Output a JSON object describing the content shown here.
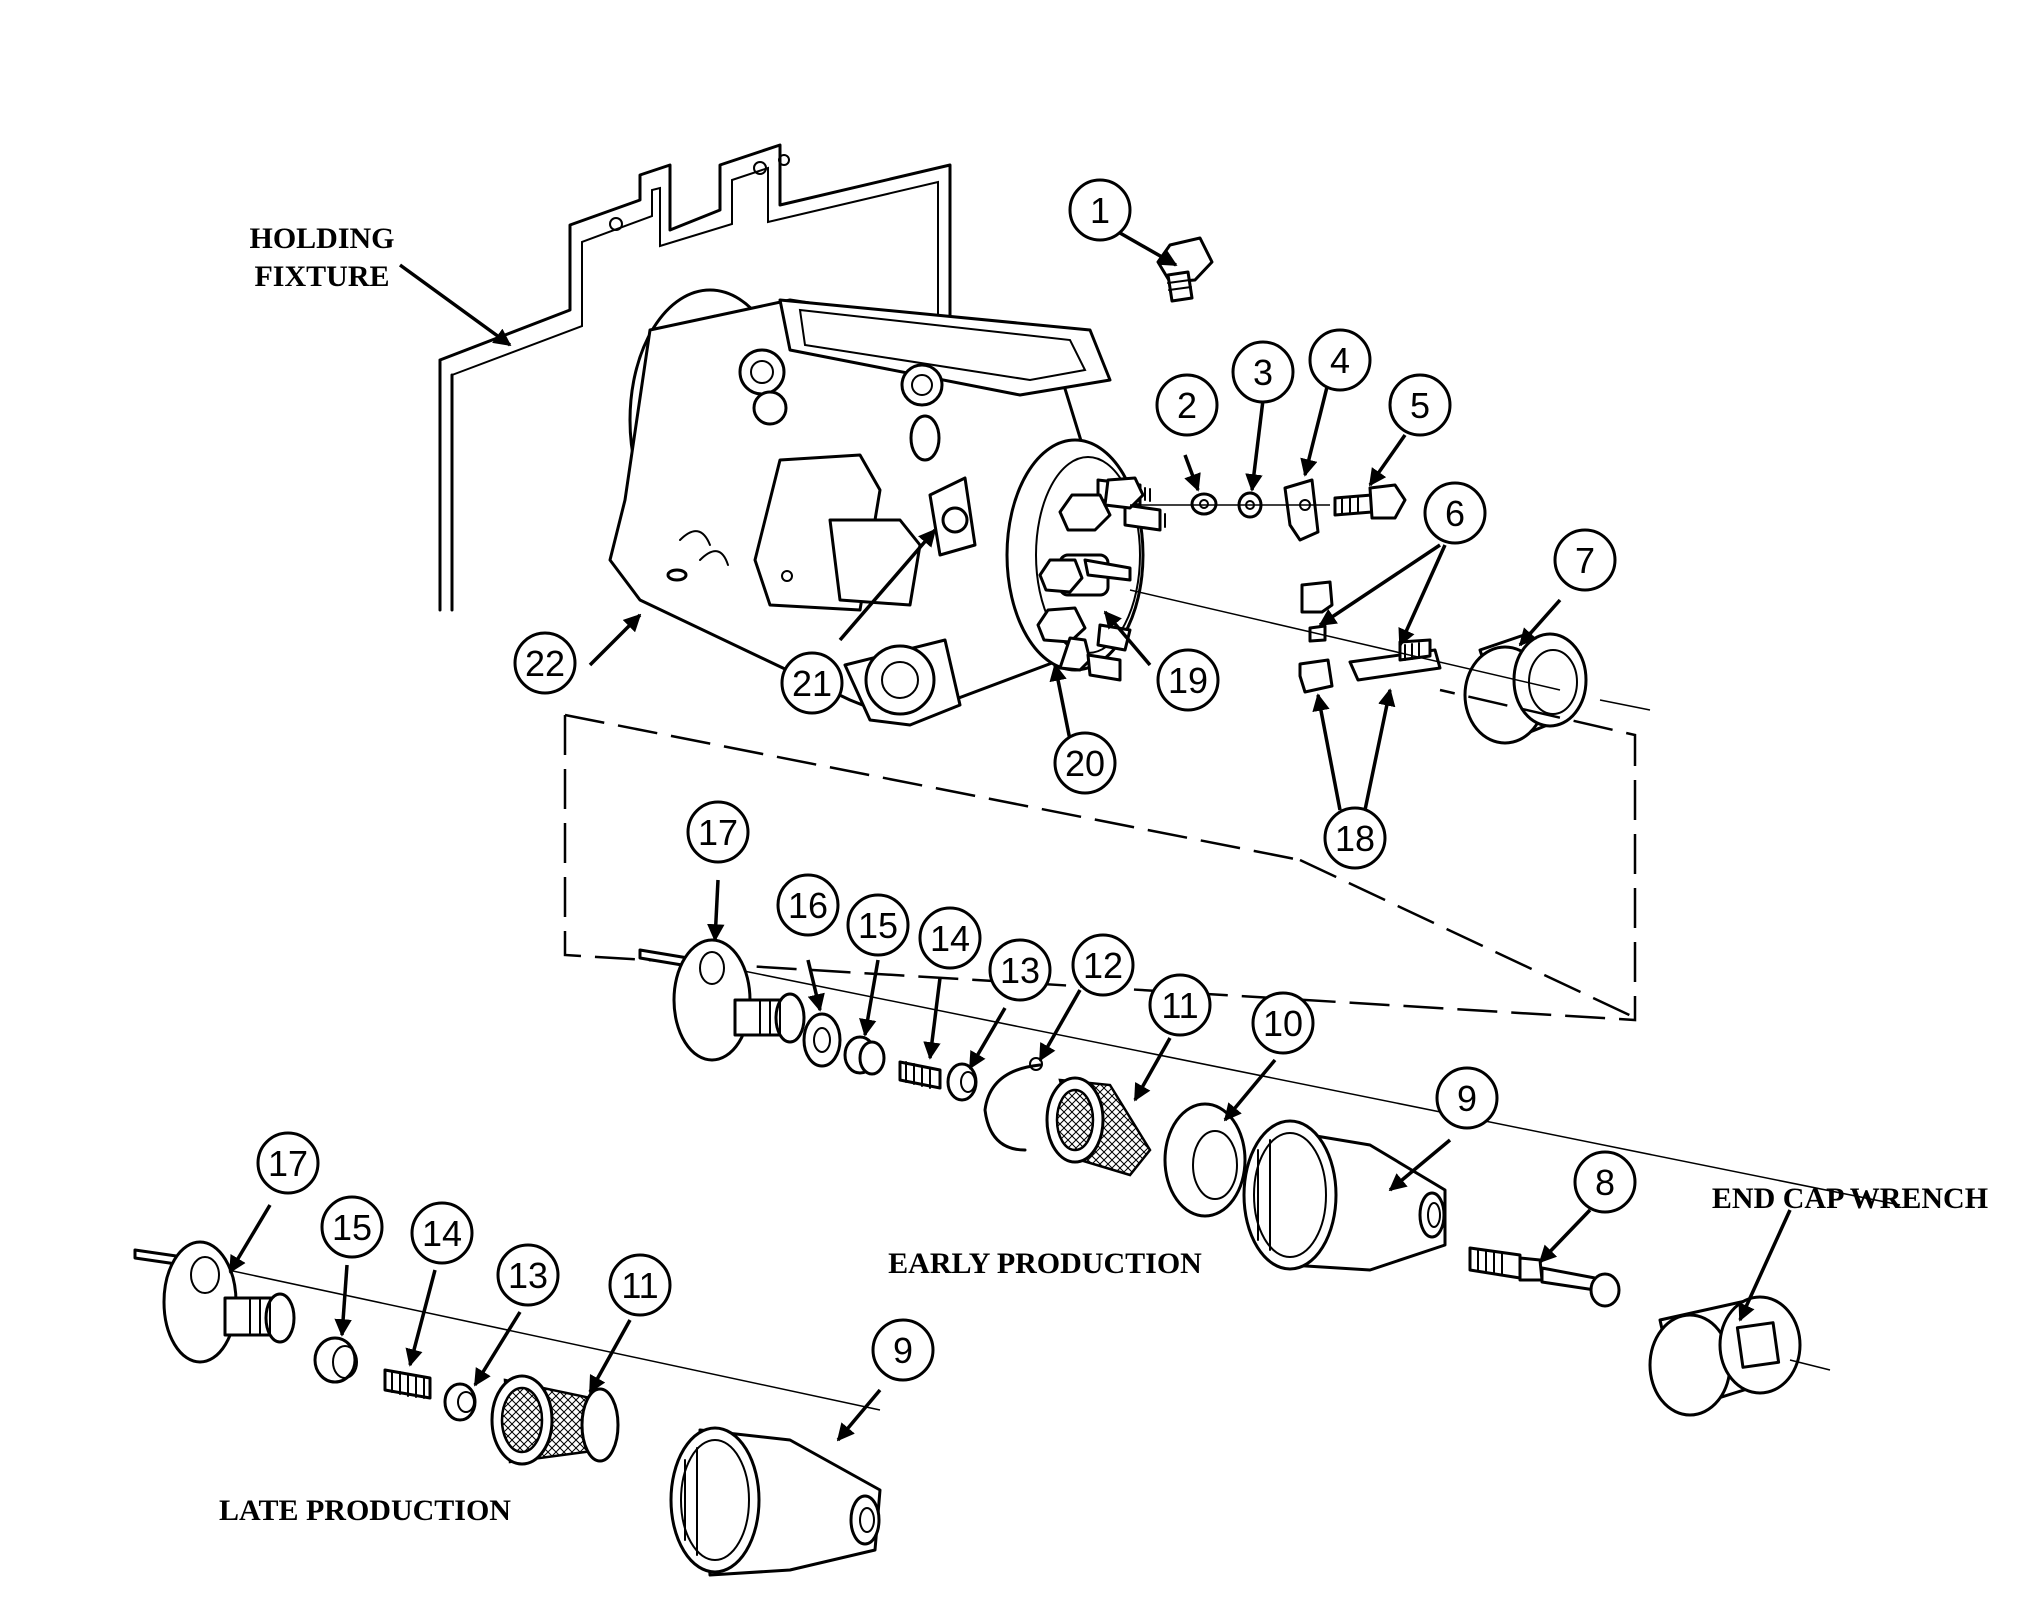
{
  "labels": {
    "holding_fixture_line1": "HOLDING",
    "holding_fixture_line2": "FIXTURE",
    "early_production": "EARLY PRODUCTION",
    "late_production": "LATE PRODUCTION",
    "end_cap_wrench": "END CAP WRENCH"
  },
  "callouts": {
    "c1": "1",
    "c2": "2",
    "c3": "3",
    "c4": "4",
    "c5": "5",
    "c6": "6",
    "c7": "7",
    "c8": "8",
    "c9a": "9",
    "c10": "10",
    "c11a": "11",
    "c12": "12",
    "c13a": "13",
    "c14a": "14",
    "c15a": "15",
    "c16": "16",
    "c17a": "17",
    "c18": "18",
    "c19": "19",
    "c20": "20",
    "c21": "21",
    "c22": "22",
    "c17b": "17",
    "c15b": "15",
    "c14b": "14",
    "c13b": "13",
    "c11b": "11",
    "c9b": "9"
  },
  "colors": {
    "ink": "#000000",
    "paper": "#ffffff"
  }
}
